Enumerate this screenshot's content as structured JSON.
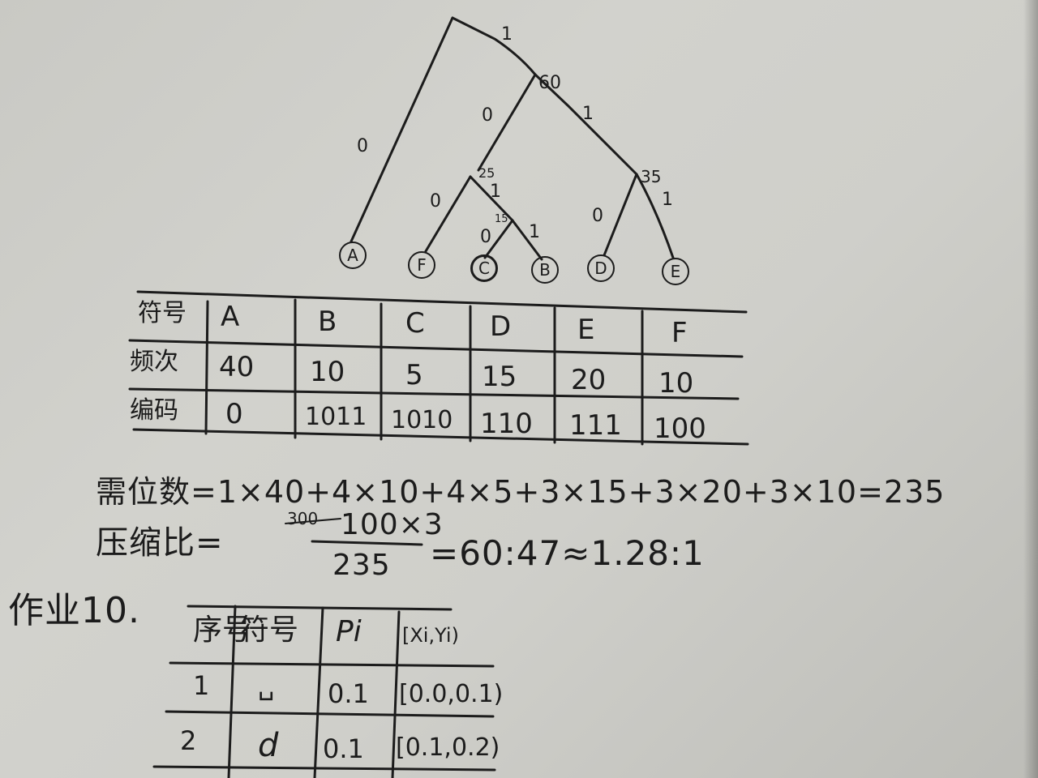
{
  "tree": {
    "edge_labels": [
      "1",
      "0",
      "1",
      "0",
      "0",
      "1",
      "0",
      "1",
      "0",
      "1"
    ],
    "node_weights": [
      "60",
      "25",
      "15",
      "35"
    ],
    "leaves": [
      "A",
      "F",
      "C",
      "B",
      "D",
      "E"
    ]
  },
  "table1": {
    "row_headers": [
      "符号",
      "频次",
      "编码"
    ],
    "symbols": [
      "A",
      "B",
      "C",
      "D",
      "E",
      "F"
    ],
    "frequencies": [
      "40",
      "10",
      "5",
      "15",
      "20",
      "10"
    ],
    "codes": [
      "0",
      "1011",
      "1010",
      "110",
      "111",
      "100"
    ]
  },
  "bits_line": "需位数=1×40+4×10+4×5+3×15+3×20+3×10=235",
  "ratio": {
    "label": "压缩比=",
    "struck": "300",
    "numerator": "100×3",
    "denominator": "235",
    "result": "=60:47≈1.28:1"
  },
  "homework": {
    "title": "作业10.",
    "headers": [
      "序号",
      "符号",
      "Pi",
      "[Xi,Yi)"
    ],
    "rows": [
      [
        "1",
        "␣",
        "0.1",
        "[0.0,0.1)"
      ],
      [
        "2",
        "d",
        "0.1",
        "[0.1,0.2)"
      ]
    ]
  }
}
